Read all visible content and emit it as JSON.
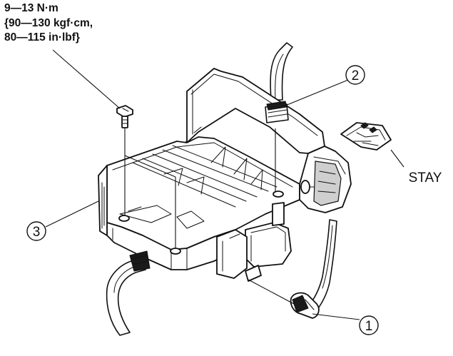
{
  "torque_spec": {
    "line1": "9—13 N·m",
    "line2": "{90—130 kgf·cm,",
    "line3": "80—115 in·lbf}"
  },
  "callouts": {
    "one": "1",
    "two": "2",
    "three": "3",
    "stay": "STAY"
  }
}
